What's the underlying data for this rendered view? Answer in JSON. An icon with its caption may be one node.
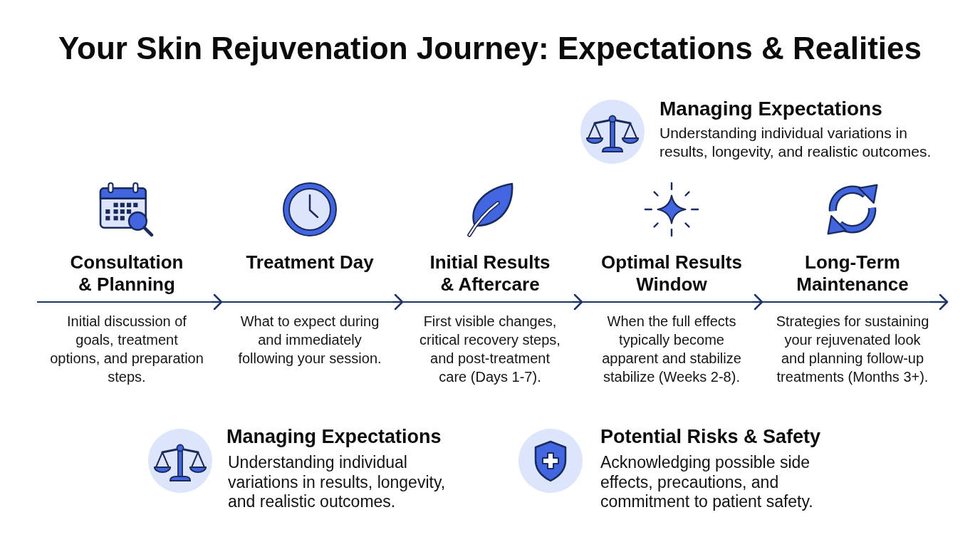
{
  "diagram": {
    "title": "Your Skin Rejuvenation Journey: Expectations & Realities",
    "nodes": [
      {
        "text": [
          "Consultation & Planning",
          "Initial discussion of goals, treatment options, and preparation steps."
        ]
      },
      {
        "text": [
          "Treatment Day",
          "What to expect during and immediately following your session."
        ]
      },
      {
        "text": [
          "Initial Results & Aftercare",
          "First visible changes, critical recovery steps, and post-treatment care (Days 1-7)."
        ]
      },
      {
        "text": [
          "Optimal Results Window",
          "When the full effects typically become apparent and stabilize stabilize (Weeks 2-8)."
        ]
      },
      {
        "text": [
          "Long-Term Maintenance",
          "Strategies for sustaining your rejuvenated look and planning follow-up treatments (Months 3+)."
        ]
      }
    ],
    "edges": [
      {
        "from": 0,
        "to": 1,
        "arrow": "to"
      },
      {
        "from": 1,
        "to": 2,
        "arrow": "to"
      },
      {
        "from": 2,
        "to": 3,
        "arrow": "to"
      },
      {
        "from": 3,
        "to": 4,
        "arrow": "to"
      },
      {
        "from": 4,
        "to": null,
        "arrow": "to"
      }
    ],
    "labels": [
      "Managing Expectations",
      "Understanding individual variations in results, longevity, and realistic outcomes.",
      "Managing Expectations",
      "Understanding individual variations in results, longevity, and realistic outcomes.",
      "Potential Risks & Safety",
      "Acknowledging possible side effects, precautions, and commitment to patient safety."
    ]
  }
}
